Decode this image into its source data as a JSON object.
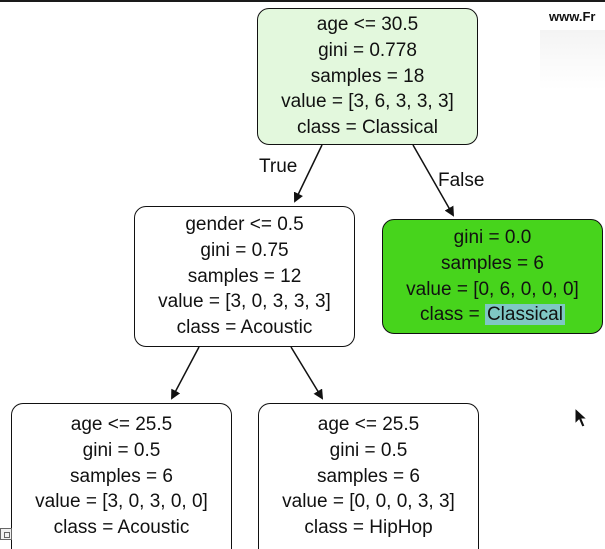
{
  "watermark": "www.Fr",
  "tree": {
    "root": {
      "line1": "age <= 30.5",
      "line2": "gini = 0.778",
      "line3": "samples = 18",
      "line4": "value = [3, 6, 3, 3, 3]",
      "line5": "class = Classical"
    },
    "left": {
      "line1": "gender <= 0.5",
      "line2": "gini = 0.75",
      "line3": "samples = 12",
      "line4": "value = [3, 0, 3, 3, 3]",
      "line5": "class = Acoustic"
    },
    "right": {
      "line1": "gini = 0.0",
      "line2": "samples = 6",
      "line3": "value = [0, 6, 0, 0, 0]",
      "line4_prefix": "class = ",
      "line4_highlight": "Classical"
    },
    "left_left": {
      "line1": "age <= 25.5",
      "line2": "gini = 0.5",
      "line3": "samples = 6",
      "line4": "value = [3, 0, 3, 0, 0]",
      "line5": "class = Acoustic"
    },
    "left_right": {
      "line1": "age <= 25.5",
      "line2": "gini = 0.5",
      "line3": "samples = 6",
      "line4": "value = [0, 0, 0, 3, 3]",
      "line5": "class = HipHop"
    }
  },
  "edges": {
    "true_label": "True",
    "false_label": "False"
  },
  "colors": {
    "root_fill": "#e3f8dd",
    "classical_leaf_fill": "#47d41c",
    "highlight": "#7fc8c4"
  }
}
